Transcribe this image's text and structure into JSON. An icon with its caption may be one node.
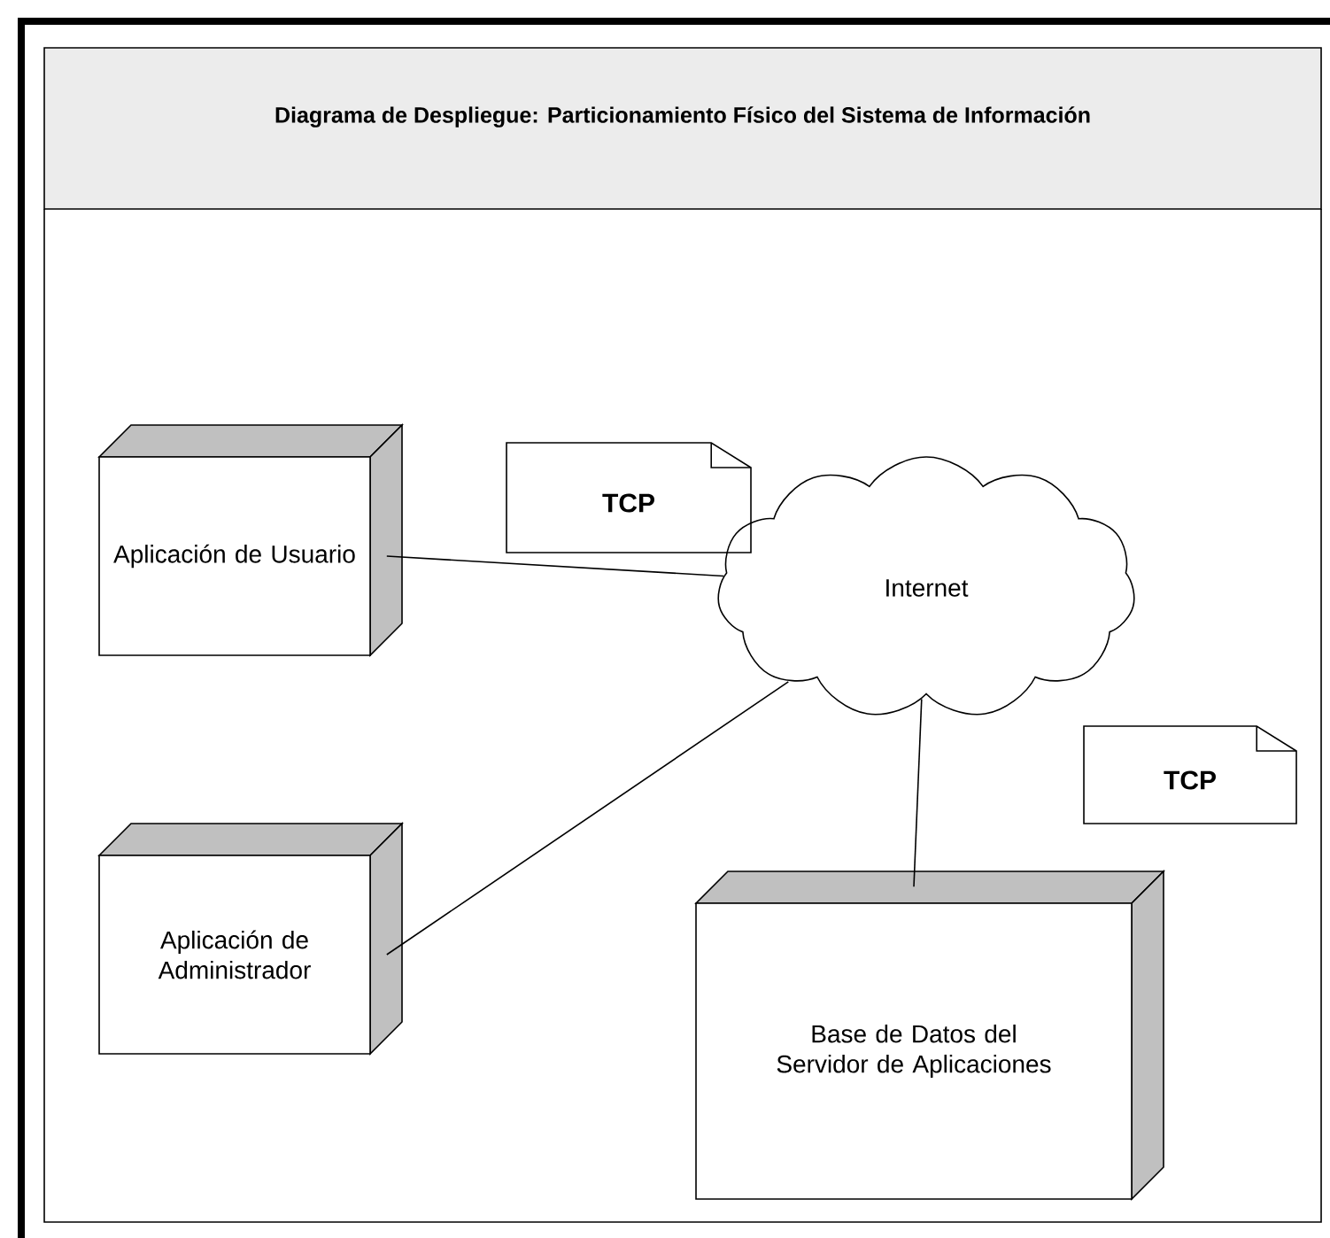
{
  "diagram": {
    "title": "Diagrama de Despliegue: Particionamiento Físico del Sistema de Información",
    "nodes": [
      {
        "text": [
          "TCP"
        ]
      },
      {
        "text": [
          "Aplicación de Usuario"
        ]
      },
      {
        "text": [
          "Internet"
        ]
      },
      {
        "text": [
          "TCP"
        ]
      },
      {
        "text": [
          "Aplicación de Administrador"
        ]
      },
      {
        "text": [
          "Base de Datos del Servidor de Aplicaciones"
        ]
      }
    ],
    "edges": [
      {
        "from": 1,
        "to": 2,
        "arrow": "none"
      },
      {
        "from": 4,
        "to": 2,
        "arrow": "none"
      },
      {
        "from": 5,
        "to": 2,
        "arrow": "none"
      }
    ]
  }
}
